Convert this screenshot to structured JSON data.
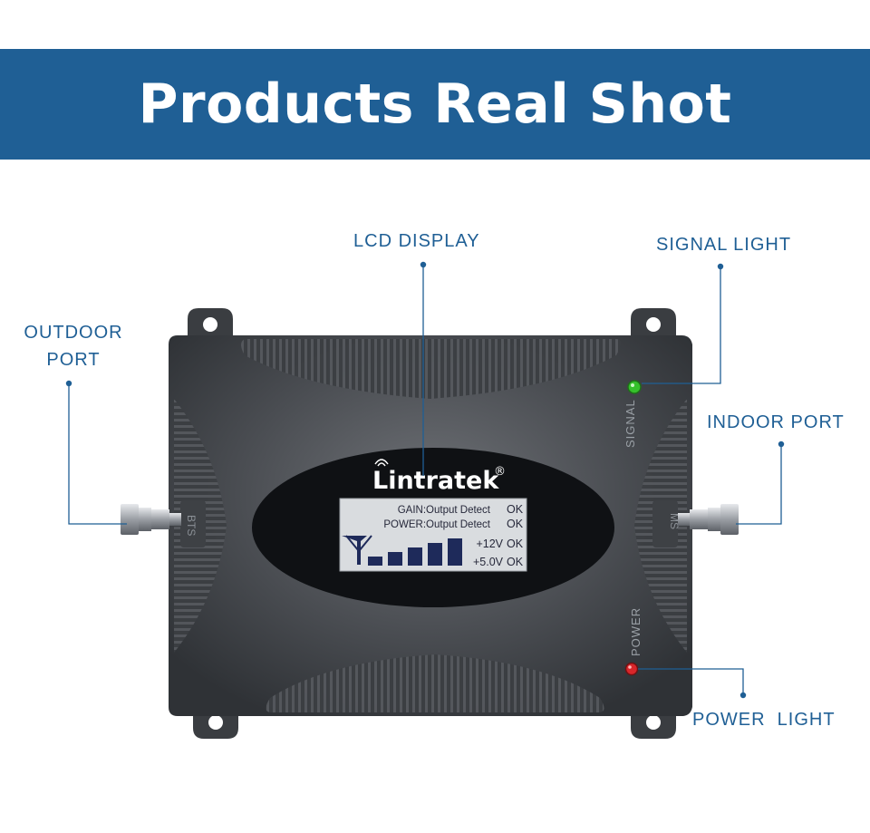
{
  "banner": {
    "title": "Products Real Shot"
  },
  "callouts": {
    "lcd_display": "LCD DISPLAY",
    "signal_light": "SIGNAL LIGHT",
    "outdoor_port_line1": "OUTDOOR",
    "outdoor_port_line2": "PORT",
    "indoor_port": "INDOOR PORT",
    "power_light": "POWER  LIGHT"
  },
  "device": {
    "brand": "Lintratek",
    "registered_mark": "®",
    "signal_label": "SIGNAL",
    "power_label": "POWER",
    "bts_label": "BTS",
    "ms_label": "MS",
    "signal_led_color": "#35c12b",
    "power_led_color": "#d8262a",
    "body_color": "#4a4d52"
  },
  "lcd": {
    "rows": [
      {
        "label": "GAIN:Output Detect",
        "status": "OK"
      },
      {
        "label": "POWER:Output Detect",
        "status": "OK"
      },
      {
        "label": "+12V",
        "status": "OK"
      },
      {
        "label": "+5.0V",
        "status": "OK"
      }
    ],
    "signal_bars": 5,
    "signal_icon": "antenna-icon"
  },
  "colors": {
    "accent": "#1f5f95",
    "callout_line": "#1f5f95"
  }
}
